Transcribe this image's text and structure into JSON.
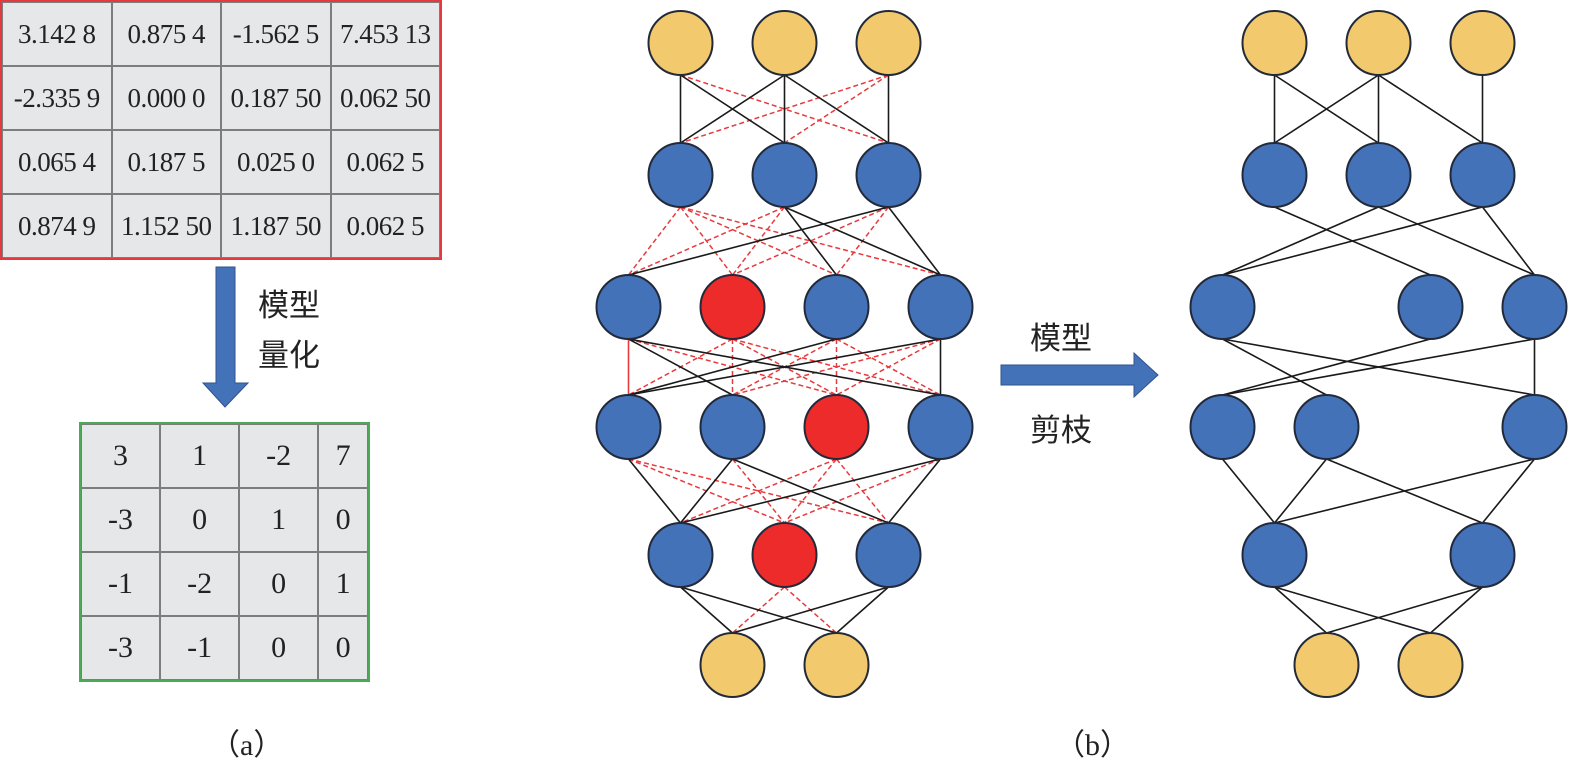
{
  "panel_a": {
    "caption": "（a）",
    "original_matrix": [
      [
        "3.142 8",
        "0.875 4",
        "-1.562 5",
        "7.453 13"
      ],
      [
        "-2.335 9",
        "0.000 0",
        "0.187 50",
        "0.062 50"
      ],
      [
        "0.065 4",
        "0.187 5",
        "0.025 0",
        "0.062 5"
      ],
      [
        "0.874 9",
        "1.152 50",
        "1.187 50",
        "0.062 5"
      ]
    ],
    "arrow_label_line1": "模型",
    "arrow_label_line2": "量化",
    "quantized_matrix": [
      [
        "3",
        "1",
        "-2",
        "7"
      ],
      [
        "-3",
        "0",
        "1",
        "0"
      ],
      [
        "-1",
        "-2",
        "0",
        "1"
      ],
      [
        "-3",
        "-1",
        "0",
        "0"
      ]
    ]
  },
  "panel_b": {
    "caption": "（b）",
    "arrow_label_line1": "模型",
    "arrow_label_line2": "剪枝",
    "colors": {
      "io": "#f3c96e",
      "hidden": "#4472b8",
      "pruned": "#ee2b2b",
      "kept_edge": "#1a1a1a",
      "pruned_edge": "#e8393c"
    },
    "before": {
      "layers": [
        {
          "type": "io",
          "slots": [
            0,
            1,
            2
          ],
          "pruned": []
        },
        {
          "type": "hidden",
          "slots": [
            0,
            1,
            2
          ],
          "pruned": []
        },
        {
          "type": "hidden",
          "slots": [
            0,
            1,
            2,
            3
          ],
          "pruned": [
            1
          ]
        },
        {
          "type": "hidden",
          "slots": [
            0,
            1,
            2,
            3
          ],
          "pruned": [
            2
          ]
        },
        {
          "type": "hidden",
          "slots": [
            0,
            1,
            2
          ],
          "pruned": [
            1
          ]
        },
        {
          "type": "io",
          "slots": [
            0,
            1
          ],
          "pruned": []
        }
      ],
      "kept_edges": [
        [
          [
            0,
            0
          ],
          [
            0,
            1
          ],
          [
            1,
            0
          ],
          [
            1,
            1
          ],
          [
            1,
            2
          ],
          [
            2,
            2
          ]
        ],
        [
          [
            2,
            0
          ],
          [
            1,
            2
          ],
          [
            1,
            3
          ],
          [
            2,
            3
          ]
        ],
        [
          [
            0,
            1
          ],
          [
            0,
            3
          ],
          [
            2,
            0
          ],
          [
            3,
            0
          ],
          [
            3,
            3
          ]
        ],
        [
          [
            0,
            0
          ],
          [
            1,
            0
          ],
          [
            1,
            2
          ],
          [
            3,
            0
          ],
          [
            3,
            2
          ]
        ],
        [
          [
            0,
            0
          ],
          [
            0,
            1
          ],
          [
            2,
            0
          ],
          [
            2,
            1
          ]
        ]
      ],
      "red_solid_edges": [
        [],
        [],
        [
          [
            0,
            0
          ]
        ],
        [],
        []
      ]
    },
    "after": {
      "layers": [
        {
          "type": "io",
          "slots": [
            0,
            1,
            2
          ]
        },
        {
          "type": "hidden",
          "slots": [
            0,
            1,
            2
          ]
        },
        {
          "type": "hidden",
          "slots": [
            0,
            2,
            3
          ]
        },
        {
          "type": "hidden",
          "slots": [
            0,
            1,
            3
          ]
        },
        {
          "type": "hidden",
          "slots": [
            0,
            2
          ]
        },
        {
          "type": "io",
          "slots": [
            0,
            1
          ]
        }
      ],
      "edges": [
        [
          [
            0,
            0
          ],
          [
            0,
            1
          ],
          [
            1,
            0
          ],
          [
            1,
            1
          ],
          [
            1,
            2
          ],
          [
            2,
            2
          ]
        ],
        [
          [
            0,
            2
          ],
          [
            1,
            0
          ],
          [
            1,
            3
          ],
          [
            2,
            0
          ],
          [
            2,
            3
          ]
        ],
        [
          [
            0,
            1
          ],
          [
            0,
            3
          ],
          [
            2,
            0
          ],
          [
            3,
            0
          ],
          [
            3,
            3
          ]
        ],
        [
          [
            0,
            0
          ],
          [
            1,
            0
          ],
          [
            1,
            2
          ],
          [
            3,
            0
          ],
          [
            3,
            2
          ]
        ],
        [
          [
            0,
            0
          ],
          [
            0,
            1
          ],
          [
            2,
            0
          ],
          [
            2,
            1
          ]
        ]
      ]
    }
  }
}
